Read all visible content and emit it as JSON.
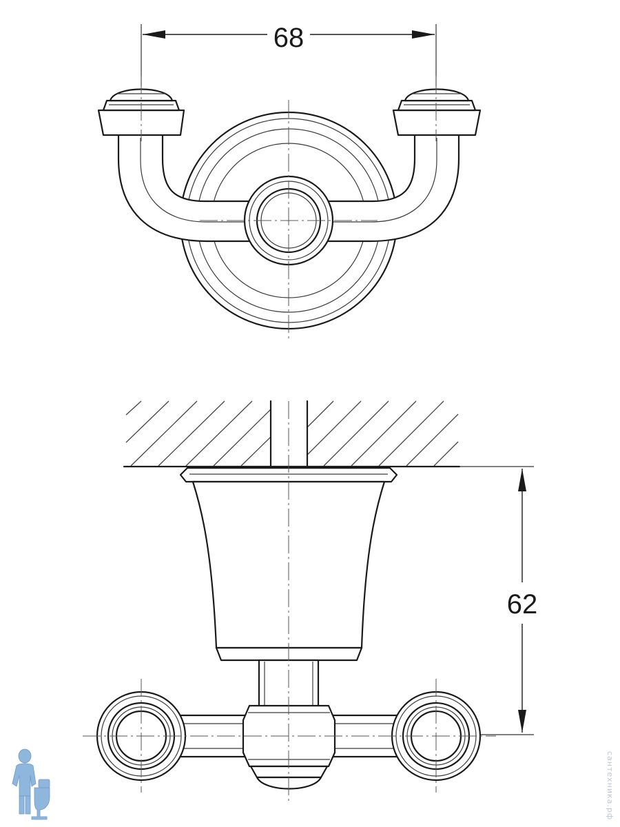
{
  "dimensions": {
    "width_label": "68",
    "height_label": "62"
  },
  "watermark": {
    "text": "сантехника.рф"
  },
  "colors": {
    "line": "#1a1a1a",
    "logo": "#8fb6dc"
  },
  "icons": {
    "logo": "plumber-logo-icon"
  }
}
